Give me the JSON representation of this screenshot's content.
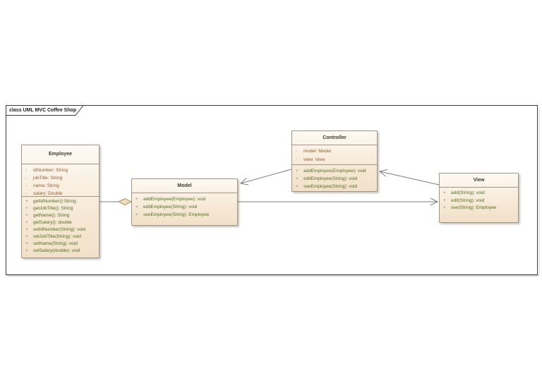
{
  "frame": {
    "label": "class UML MVC Coffee Shop"
  },
  "colors": {
    "class_fill_top": "#fdfaf4",
    "class_fill_bottom": "#f2e0c9",
    "class_border": "#a39584",
    "attribute_text": "#9a5a28",
    "method_text": "#4d721c",
    "title_text": "#40372e",
    "connector": "#7d7d7d",
    "aggregation_diamond_fill": "#f2ddb0",
    "frame_border": "#3c3c3c"
  },
  "classes": {
    "employee": {
      "title": "Employee",
      "attributes": [
        {
          "vis": "-",
          "text": "IdNumber: String"
        },
        {
          "vis": "-",
          "text": "jobTitle: String"
        },
        {
          "vis": "-",
          "text": "name: String"
        },
        {
          "vis": "-",
          "text": "salary: Double"
        }
      ],
      "methods": [
        {
          "vis": "+",
          "text": "getIdNumber():String"
        },
        {
          "vis": "+",
          "text": "getJobTitle(): String"
        },
        {
          "vis": "+",
          "text": "getName(): String"
        },
        {
          "vis": "+",
          "text": "getSalary(): double"
        },
        {
          "vis": "+",
          "text": "setIdNumber(String): void"
        },
        {
          "vis": "+",
          "text": "setJobTitle(String): void"
        },
        {
          "vis": "+",
          "text": "setName(String): void"
        },
        {
          "vis": "+",
          "text": "setSalary(double): void"
        }
      ]
    },
    "model": {
      "title": "Model",
      "methods": [
        {
          "vis": "+",
          "text": "addEmployee(Employee): void"
        },
        {
          "vis": "+",
          "text": "editEmployee(String): void"
        },
        {
          "vis": "+",
          "text": "seeEmployee(String): Employee"
        }
      ]
    },
    "controller": {
      "title": "Controller",
      "attributes": [
        {
          "vis": "-",
          "text": "model: Model"
        },
        {
          "vis": "-",
          "text": "view: View"
        }
      ],
      "methods": [
        {
          "vis": "+",
          "text": "addEmployee(Employee): void"
        },
        {
          "vis": "+",
          "text": "editEmployee(String): void"
        },
        {
          "vis": "+",
          "text": "seeEmployee(String): void"
        }
      ]
    },
    "view": {
      "title": "View",
      "methods": [
        {
          "vis": "+",
          "text": "add(String): void"
        },
        {
          "vis": "+",
          "text": "edit(String): void"
        },
        {
          "vis": "+",
          "text": "see(String): Employee"
        }
      ]
    }
  },
  "relations": [
    {
      "from": "Employee",
      "to": "Model",
      "type": "aggregation",
      "diamond_at": "Model"
    },
    {
      "from": "Controller",
      "to": "Model",
      "type": "directed-association",
      "arrow_at": "Model"
    },
    {
      "from": "View",
      "to": "Controller",
      "type": "directed-association",
      "arrow_at": "Controller"
    },
    {
      "from": "Model",
      "to": "View",
      "type": "directed-association",
      "arrow_at": "View"
    }
  ]
}
